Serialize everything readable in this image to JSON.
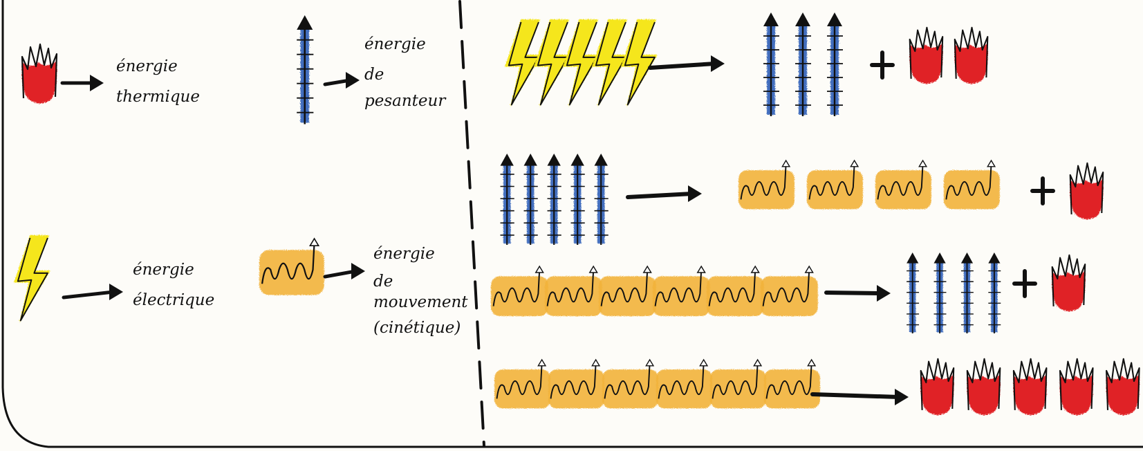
{
  "colors": {
    "heat_red": "#e02026",
    "gravity_blue": "#2f5fb8",
    "electric_yellow": "#f5e61c",
    "kinetic_orange": "#f2b33a",
    "ink": "#111111",
    "paper": "#fdfcf8"
  },
  "legend": {
    "thermal": {
      "icon": "flame-icon",
      "line1": "énergie",
      "line2": "thermique"
    },
    "gravity": {
      "icon": "gravity-arrow-icon",
      "line1": "énergie",
      "line2": "de",
      "line3": "pesanteur"
    },
    "electric": {
      "icon": "lightning-icon",
      "line1": "énergie",
      "line2": "électrique"
    },
    "kinetic": {
      "icon": "squiggle-icon",
      "line1": "énergie",
      "line2": "de",
      "line3": "mouvement",
      "line4": "(cinétique)"
    }
  },
  "conversions": [
    {
      "input": "electric",
      "input_count": 5,
      "outputs": [
        {
          "type": "gravity",
          "count": 3
        },
        {
          "type": "thermal",
          "count": 2
        }
      ],
      "operator": "+"
    },
    {
      "input": "gravity",
      "input_count": 5,
      "outputs": [
        {
          "type": "kinetic",
          "count": 4
        },
        {
          "type": "thermal",
          "count": 1
        }
      ],
      "operator": "+"
    },
    {
      "input": "kinetic",
      "input_count": 6,
      "outputs": [
        {
          "type": "gravity",
          "count": 4
        },
        {
          "type": "thermal",
          "count": 1
        }
      ],
      "operator": "+"
    },
    {
      "input": "kinetic",
      "input_count": 6,
      "outputs": [
        {
          "type": "thermal",
          "count": 5
        }
      ]
    }
  ]
}
